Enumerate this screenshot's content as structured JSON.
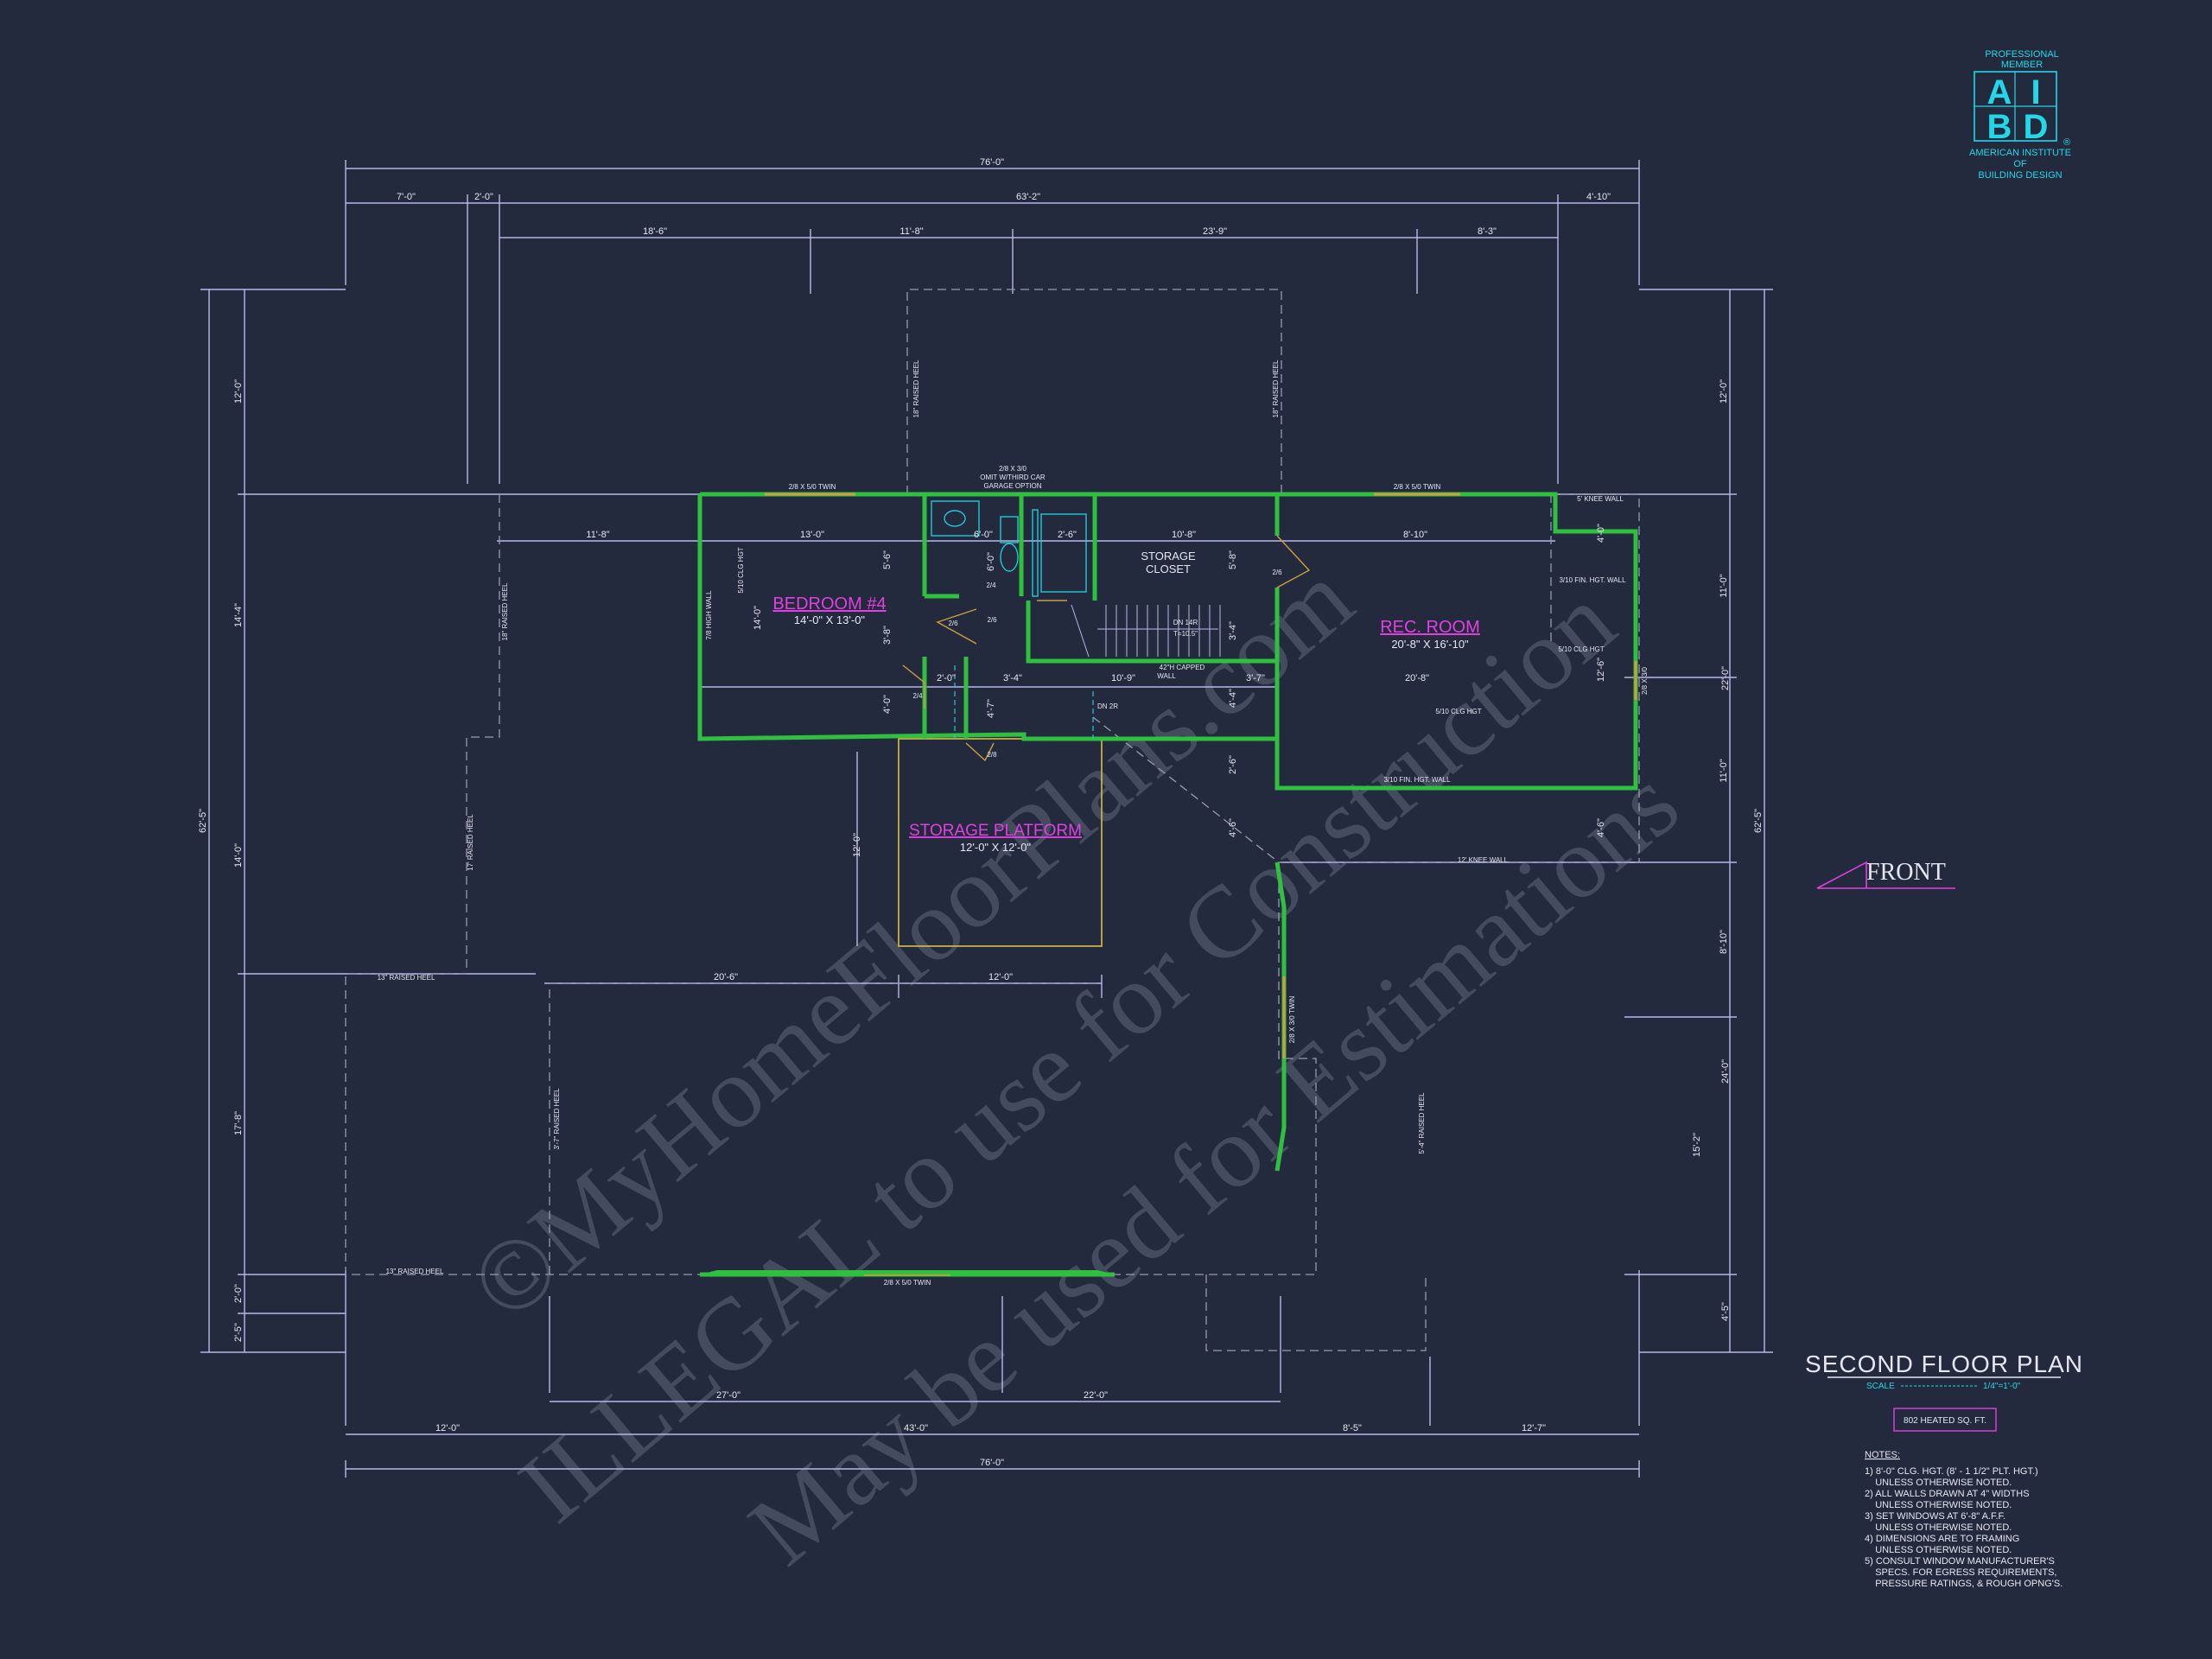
{
  "logo": {
    "top_line1": "PROFESSIONAL",
    "top_line2": "MEMBER",
    "letter_a": "A",
    "letter_i": "I",
    "letter_b": "B",
    "letter_d": "D",
    "bottom_line1": "AMERICAN INSTITUTE",
    "bottom_line2": "OF",
    "bottom_line3": "BUILDING DESIGN",
    "registered": "®"
  },
  "watermark": {
    "line1": "©MyHomeFloorPlans.com",
    "line2": "ILLEGAL to use for Construction",
    "line3": "May be used for Estimations"
  },
  "title_block": {
    "title": "SECOND FLOOR PLAN",
    "scale_label": "SCALE",
    "scale_value": "1/4\"=1'-0\"",
    "sqft": "802 HEATED SQ. FT."
  },
  "front_label": "FRONT",
  "notes": {
    "heading": "NOTES:",
    "lines": [
      "1) 8'-0\" CLG. HGT. (8' - 1 1/2\" PLT. HGT.)",
      "    UNLESS OTHERWISE NOTED.",
      "2) ALL WALLS DRAWN AT 4\" WIDTHS",
      "    UNLESS OTHERWISE NOTED.",
      "3) SET WINDOWS AT 6'-8\" A.F.F.",
      "    UNLESS OTHERWISE NOTED.",
      "4) DIMENSIONS ARE TO FRAMING",
      "    UNLESS OTHERWISE NOTED.",
      "5) CONSULT WINDOW MANUFACTURER'S",
      "    SPECS. FOR EGRESS REQUIREMENTS,",
      "    PRESSURE RATINGS, & ROUGH OPNG'S."
    ]
  },
  "rooms": {
    "bedroom_name": "BEDROOM #4",
    "bedroom_size": "14'-0\" X 13'-0\"",
    "rec_name": "REC. ROOM",
    "rec_size": "20'-8\" X 16'-10\"",
    "storage_platform_name": "STORAGE PLATFORM",
    "storage_platform_size": "12'-0\" X 12'-0\"",
    "storage_closet_line1": "STORAGE",
    "storage_closet_line2": "CLOSET"
  },
  "dims": {
    "top_overall": "76'-0\"",
    "top_a": "7'-0\"",
    "top_b": "2'-0\"",
    "top_c": "63'-2\"",
    "top_d": "4'-10\"",
    "top_e": "18'-6\"",
    "top_f": "11'-8\"",
    "top_g": "23'-9\"",
    "top_h": "8'-3\"",
    "left_overall": "62'-5\"",
    "left_a": "12'-0\"",
    "left_b": "14'-4\"",
    "left_c": "14'-0\"",
    "left_d": "17'-8\"",
    "left_e": "2'-0\"",
    "left_f": "2'-5\"",
    "right_overall": "62'-5\"",
    "right_a": "12'-0\"",
    "right_b": "11'-0\"",
    "right_c": "22'-0\"",
    "right_d": "11'-0\"",
    "right_e": "8'-10\"",
    "right_f": "24'-0\"",
    "right_g": "15'-2\"",
    "right_h": "4'-5\"",
    "bottom_a": "27'-0\"",
    "bottom_b": "22'-0\"",
    "bottom_c": "12'-0\"",
    "bottom_d": "43'-0\"",
    "bottom_e": "8'-5\"",
    "bottom_f": "12'-7\"",
    "bottom_overall": "76'-0\"",
    "inner_11_8": "11'-8\"",
    "inner_13_0": "13'-0\"",
    "inner_6_0": "6'-0\"",
    "inner_10_8": "10'-8\"",
    "inner_8_10": "8'-10\"",
    "inner_20_8": "20'-8\"",
    "inner_10_9": "10'-9\"",
    "inner_3_4": "3'-4\"",
    "inner_3_7": "3'-7\"",
    "inner_2_0": "2'-0\"",
    "inner_2_6": "2'-6\"",
    "inner_20_6": "20'-6\"",
    "inner_12_0_h": "12'-0\"",
    "inner_12_0_v": "12'-0\"",
    "inner_14_0_v": "14'-0\"",
    "inner_5_6": "5'-6\"",
    "inner_3_8": "3'-8\"",
    "inner_4_0": "4'-0\"",
    "inner_2_6v": "2'-6\"",
    "inner_4_6": "4'-6\"",
    "inner_4_6r": "4'-6\"",
    "inner_4_0r": "4'-0\"",
    "inner_12_6r": "12'-6\"",
    "inner_3_4v": "3'-4\"",
    "inner_4_4": "4'-4\"",
    "inner_5_8": "5'-8\"",
    "inner_4_7": "4'-7\"",
    "inner_6_0v": "6'-0\""
  },
  "annotations": {
    "win_top_left": "2/8 X 5/0 TWIN",
    "win_top_right": "2/8 X 5/0 TWIN",
    "win_top_mid1": "2/8 X 3/0",
    "win_top_mid2": "OMIT W/THIRD CAR",
    "win_top_mid3": "GARAGE OPTION",
    "win_bottom": "2/8 X 5/0 TWIN",
    "win_right": "2/8 X 3/0",
    "win_right_low": "2/8 X 3/0 TWIN",
    "knee_wall_5": "5' KNEE WALL",
    "knee_wall_12": "12' KNEE WALL",
    "fin_hgt_wall": "3/10 FIN. HGT. WALL",
    "fin_hgt_wall2": "3/10 FIN. HGT. WALL",
    "clg_hgt": "5/10 CLG HGT",
    "clg_hgt2": "5/10 CLG HGT",
    "clg_hgt_bed": "5/10 CLG HGT",
    "high_wall": "7/8 HIGH WALL",
    "capped_wall1": "42\"H CAPPED",
    "capped_wall2": "WALL",
    "dn_14r": "DN 14R",
    "riser": "T=10.5\"",
    "dn_2r": "DN 2R",
    "raised_heel_top1": "18\" RAISED HEEL",
    "raised_heel_top2": "18\" RAISED HEEL",
    "raised_heel_left": "18\" RAISED HEEL",
    "raised_heel_left2": "17' RAISED HEEL",
    "raised_heel_mid": "13\" RAISED HEEL",
    "raised_heel_bottom": "13\" RAISED HEEL",
    "raised_heel_vert": "3'-7\" RAISED HEEL",
    "raised_heel_right": "5'-4\" RAISED HEEL",
    "door_2_4a": "2/4",
    "door_2_4b": "2/4",
    "door_2_6a": "2/6",
    "door_2_6b": "2/6",
    "door_2_8": "2/8",
    "door_2_6c": "2/6"
  },
  "colors": {
    "background": "#242a3d",
    "wall": "#30c040",
    "dim_line": "#b8b8e8",
    "room_label": "#e040e0",
    "logo": "#22d8e8",
    "white_text": "#e6e6f0",
    "watermark": "#7a7f90"
  }
}
